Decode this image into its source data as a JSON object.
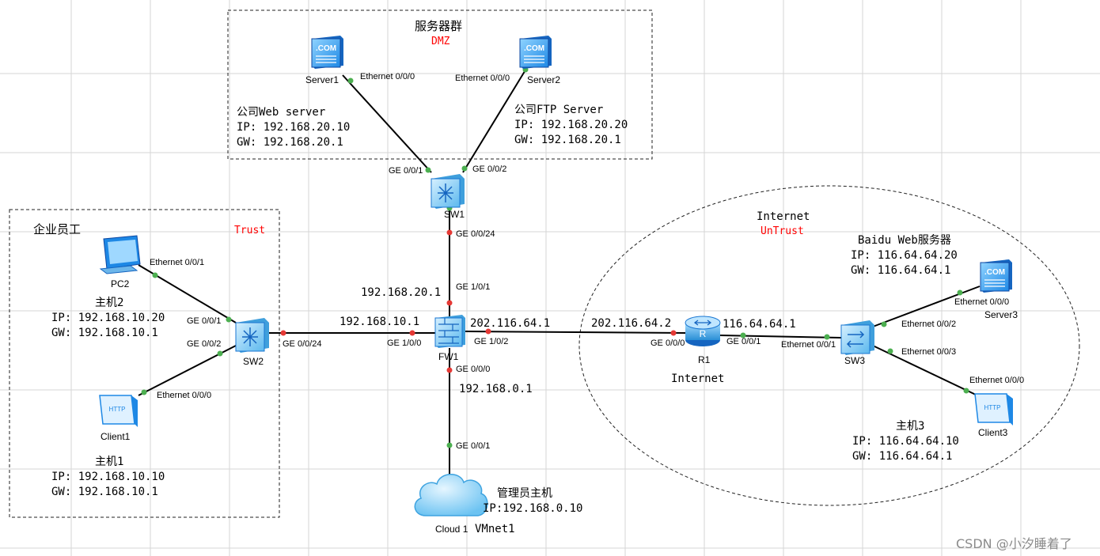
{
  "zones": {
    "dms": {
      "title": "服务器群",
      "tag": "DMZ"
    },
    "trust": {
      "title": "企业员工",
      "tag": "Trust"
    },
    "untrust": {
      "title": "Internet",
      "tag": "UnTrust"
    }
  },
  "devices": {
    "server1": "Server1",
    "server2": "Server2",
    "sw1": "SW1",
    "pc2": "PC2",
    "client1": "Client1",
    "sw2": "SW2",
    "fw1": "FW1",
    "r1": "R1",
    "sw3": "SW3",
    "server3": "Server3",
    "client3": "Client3",
    "cloud1": "Cloud 1"
  },
  "ports": {
    "server1_eth": "Ethernet 0/0/0",
    "server2_eth": "Ethernet 0/0/0",
    "sw1_ge1": "GE 0/0/1",
    "sw1_ge2": "GE 0/0/2",
    "sw1_ge24": "GE 0/0/24",
    "fw1_ge101": "GE 1/0/1",
    "fw1_ge100": "GE 1/0/0",
    "fw1_ge102": "GE 1/0/2",
    "fw1_ge000": "GE 0/0/0",
    "cloud_ge001": "GE 0/0/1",
    "pc2_eth": "Ethernet 0/0/1",
    "client1_eth": "Ethernet 0/0/0",
    "sw2_ge1": "GE 0/0/1",
    "sw2_ge2": "GE 0/0/2",
    "sw2_ge24": "GE 0/0/24",
    "r1_ge000": "GE 0/0/0",
    "r1_ge001": "GE 0/0/1",
    "sw3_eth1": "Ethernet 0/0/1",
    "sw3_eth2": "Ethernet 0/0/2",
    "sw3_eth3": "Ethernet 0/0/3",
    "server3_eth": "Ethernet 0/0/0",
    "client3_eth": "Ethernet 0/0/0"
  },
  "addresses": {
    "fw_dmz": "192.168.20.1",
    "fw_trust": "192.168.10.1",
    "fw_untrust": "202.116.64.1",
    "fw_mgmt": "192.168.0.1",
    "r1_ext": "202.116.64.2",
    "r1_int": "116.64.64.1"
  },
  "hosts": {
    "web": {
      "title": "公司Web server",
      "ip": "IP: 192.168.20.10",
      "gw": "GW: 192.168.20.1"
    },
    "ftp": {
      "title": "公司FTP Server",
      "ip": "IP: 192.168.20.20",
      "gw": "GW: 192.168.20.1"
    },
    "host2": {
      "title": "主机2",
      "ip": "IP: 192.168.10.20",
      "gw": "GW: 192.168.10.1"
    },
    "host1": {
      "title": "主机1",
      "ip": "IP: 192.168.10.10",
      "gw": "GW: 192.168.10.1"
    },
    "baidu": {
      "title": "Baidu Web服务器",
      "ip": "IP: 116.64.64.20",
      "gw": "GW: 116.64.64.1"
    },
    "host3": {
      "title": "主机3",
      "ip": "IP: 116.64.64.10",
      "gw": "GW: 116.64.64.1"
    },
    "admin": {
      "title": "管理员主机",
      "ip": "IP:192.168.0.10"
    }
  },
  "labels": {
    "r1_zone": "Internet",
    "vmnet": "VMnet1",
    "watermark": "CSDN @小汐睡着了"
  },
  "colors": {
    "link_dot_up": "#4caf50",
    "link_dot_fw": "#e53935",
    "zone_tag": "#ff0000",
    "device_blue": "#1e88e5"
  }
}
